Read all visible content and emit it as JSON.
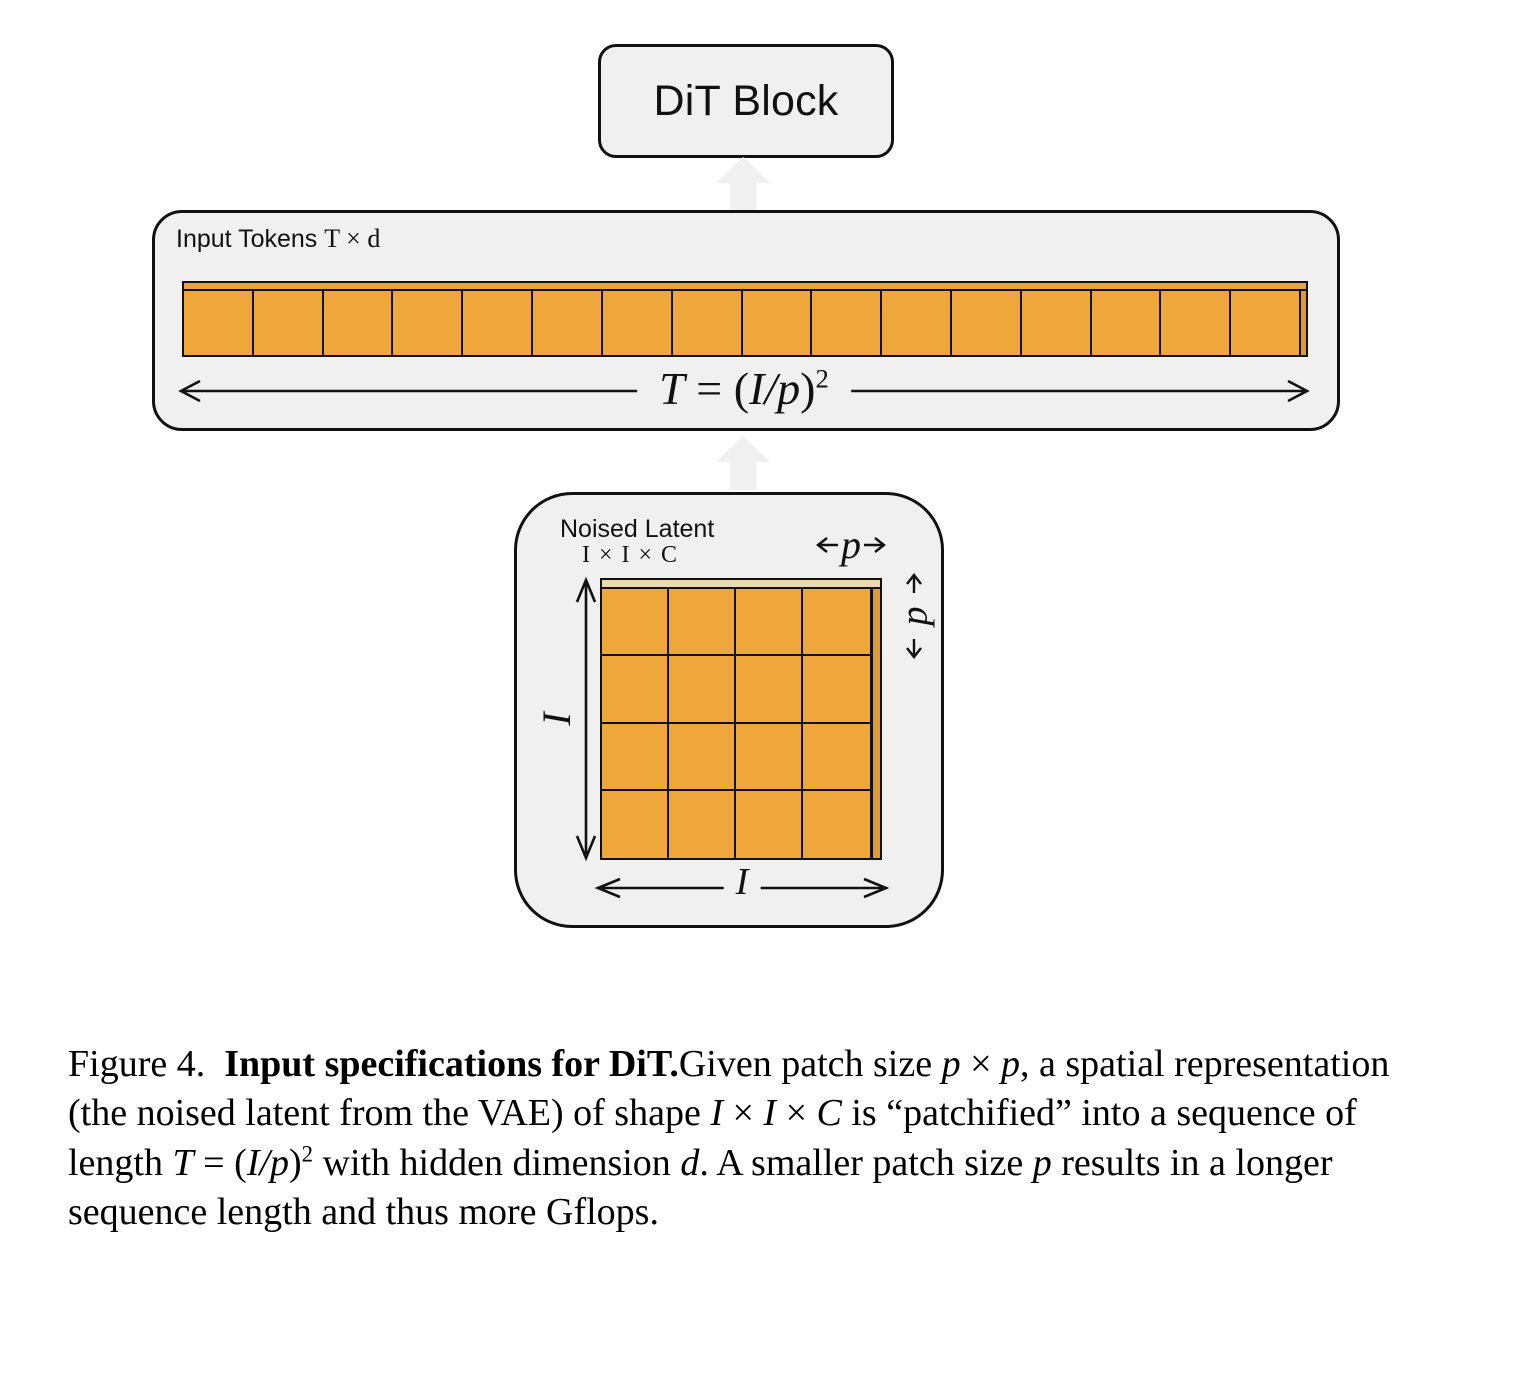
{
  "figure": {
    "number": "Figure 4.",
    "bold_title": "Input specifications for DiT.",
    "caption_parts": {
      "p1": "Given patch size ",
      "p_var_a": "p",
      "times_a": " × ",
      "p_var_b": "p",
      "p2": ", a spatial representation (the noised latent from the VAE) of shape ",
      "shape_I1": "I",
      "shape_x1": " × ",
      "shape_I2": "I",
      "shape_x2": " × ",
      "shape_C": "C",
      "p3": " is “patchified” into a sequence of length ",
      "formula_T": "T",
      "formula_eq": " = ",
      "formula_open": "(",
      "formula_I": "I",
      "formula_slash": "/",
      "formula_p": "p",
      "formula_close": ")",
      "formula_exp": "2",
      "p4": " with hidden dimension ",
      "dim_d": "d",
      "p5": ". A smaller patch size ",
      "size_p": "p",
      "p6": " results in a longer sequence length and thus more Gflops."
    },
    "full_caption": "Figure 4. Input specifications for DiT. Given patch size p × p, a spatial representation (the noised latent from the VAE) of shape I × I × C is “patchified” into a sequence of length T = (I/p)² with hidden dimension d. A smaller patch size p results in a longer sequence length and thus more Gflops."
  },
  "diagram": {
    "dit_block": {
      "label": "DiT Block"
    },
    "arrows": {
      "latent_to_tokens": "up-arrow-icon",
      "tokens_to_block": "up-arrow-icon"
    },
    "tokens_panel": {
      "title_text": "Input Tokens ",
      "title_math": "T × d",
      "token_count": 16,
      "measure": {
        "label_T": "T",
        "label_eq": " = ",
        "label_open": "(",
        "label_I": "I",
        "label_slash": "/",
        "label_p": "p",
        "label_close": ")",
        "label_exp": "2",
        "full": "T = (I/p)²"
      }
    },
    "latent_panel": {
      "title": "Noised Latent",
      "shape": "I × I × C",
      "grid_rows": 4,
      "grid_cols": 4,
      "measure_width_label": "I",
      "measure_height_label": "I",
      "patch_width_label": "p",
      "patch_height_label": "p",
      "arrow_left": "←",
      "arrow_right": "→",
      "arrow_up": "↑",
      "arrow_down": "↓"
    }
  },
  "colors": {
    "patch_fill": "#efa73c",
    "patch_side": "#e09a33",
    "patch_top": "#ecd9b0",
    "panel_fill": "#f0f0f0",
    "stroke": "#111111",
    "page_bg": "#ffffff",
    "arrow_block": "#f0f0f0"
  }
}
